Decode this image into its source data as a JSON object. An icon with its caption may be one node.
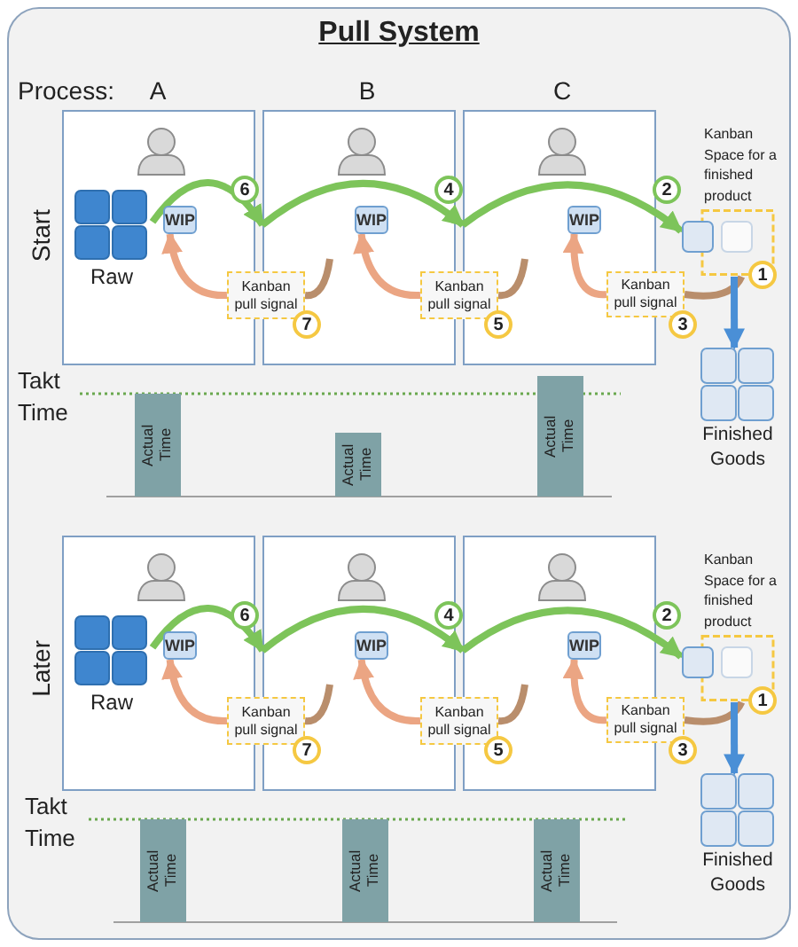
{
  "diagram": {
    "title": "Pull System",
    "nodes": [
      {
        "text": [],
        "shape": "box"
      },
      {
        "text": [
          "Raw"
        ],
        "in": 0
      },
      {
        "text": [
          "WIP"
        ],
        "in": 0
      },
      {
        "text": [],
        "shape": "box"
      },
      {
        "text": [
          "WIP"
        ],
        "in": 3
      },
      {
        "text": [],
        "shape": "box"
      },
      {
        "text": [
          "WIP"
        ],
        "in": 5
      },
      {
        "text": [
          "Kanban Space for a finished product"
        ]
      },
      {
        "text": [
          "6"
        ]
      },
      {
        "text": [
          "4"
        ]
      },
      {
        "text": [
          "2"
        ]
      },
      {
        "text": [
          "Kanban pull signal"
        ]
      },
      {
        "text": [
          "Kanban pull signal"
        ]
      },
      {
        "text": [
          "Kanban pull signal"
        ]
      },
      {
        "text": [
          "7"
        ],
        "in": 3
      },
      {
        "text": [
          "5"
        ],
        "in": 5
      },
      {
        "text": [
          "3"
        ]
      },
      {
        "text": [
          "1"
        ]
      },
      {
        "text": [
          "Finished Goods"
        ]
      },
      {
        "text": [
          "Actual Time"
        ]
      },
      {
        "text": [
          "Actual Time"
        ]
      },
      {
        "text": [
          "Actual Time"
        ]
      },
      {
        "text": [],
        "shape": "box"
      },
      {
        "text": [
          "Raw"
        ],
        "in": 22
      },
      {
        "text": [
          "WIP"
        ],
        "in": 22
      },
      {
        "text": [],
        "shape": "box"
      },
      {
        "text": [
          "WIP"
        ],
        "in": 25
      },
      {
        "text": [],
        "shape": "box"
      },
      {
        "text": [
          "WIP"
        ],
        "in": 27
      },
      {
        "text": [
          "Kanban Space for a finished product"
        ]
      },
      {
        "text": [
          "6"
        ]
      },
      {
        "text": [
          "4"
        ]
      },
      {
        "text": [
          "2"
        ]
      },
      {
        "text": [
          "Kanban pull signal"
        ]
      },
      {
        "text": [
          "Kanban pull signal"
        ]
      },
      {
        "text": [
          "Kanban pull signal"
        ]
      },
      {
        "text": [
          "7"
        ],
        "in": 25
      },
      {
        "text": [
          "5"
        ],
        "in": 27
      },
      {
        "text": [
          "3"
        ]
      },
      {
        "text": [
          "1"
        ]
      },
      {
        "text": [
          "Finished Goods"
        ]
      },
      {
        "text": [
          "Actual Time"
        ]
      },
      {
        "text": [
          "Actual Time"
        ]
      },
      {
        "text": [
          "Actual Time"
        ]
      }
    ],
    "edges": [
      {
        "from": 1,
        "to": 3,
        "arrow": "to",
        "color": "#7dc45a"
      },
      {
        "from": 3,
        "to": 5,
        "arrow": "to",
        "color": "#7dc45a"
      },
      {
        "from": 5,
        "to": 7,
        "arrow": "to",
        "color": "#7dc45a"
      },
      {
        "from": 7,
        "to": 13,
        "arrow": "none",
        "color": "#b98e6c"
      },
      {
        "from": 13,
        "to": 6,
        "arrow": "to",
        "color": "#eba583"
      },
      {
        "from": null,
        "to": 12,
        "arrow": "none",
        "color": "#b98e6c"
      },
      {
        "from": 12,
        "to": 4,
        "arrow": "to",
        "color": "#eba583"
      },
      {
        "from": null,
        "to": 11,
        "arrow": "none",
        "color": "#b98e6c"
      },
      {
        "from": 11,
        "to": 2,
        "arrow": "to",
        "color": "#eba583"
      },
      {
        "from": 7,
        "to": 18,
        "arrow": "to",
        "color": "#4a8fd6"
      },
      {
        "from": 23,
        "to": 25,
        "arrow": "to",
        "color": "#7dc45a"
      },
      {
        "from": 25,
        "to": 27,
        "arrow": "to",
        "color": "#7dc45a"
      },
      {
        "from": 27,
        "to": 29,
        "arrow": "to",
        "color": "#7dc45a"
      },
      {
        "from": 29,
        "to": 35,
        "arrow": "none",
        "color": "#b98e6c"
      },
      {
        "from": 35,
        "to": 28,
        "arrow": "to",
        "color": "#eba583"
      },
      {
        "from": null,
        "to": 34,
        "arrow": "none",
        "color": "#b98e6c"
      },
      {
        "from": 34,
        "to": 26,
        "arrow": "to",
        "color": "#eba583"
      },
      {
        "from": null,
        "to": 33,
        "arrow": "none",
        "color": "#b98e6c"
      },
      {
        "from": 33,
        "to": 24,
        "arrow": "to",
        "color": "#eba583"
      },
      {
        "from": 29,
        "to": 40,
        "arrow": "to",
        "color": "#4a8fd6"
      }
    ],
    "labels": [
      "Process:",
      "A",
      "B",
      "C",
      "Start",
      "Takt Time",
      "Later",
      "Takt Time"
    ]
  }
}
